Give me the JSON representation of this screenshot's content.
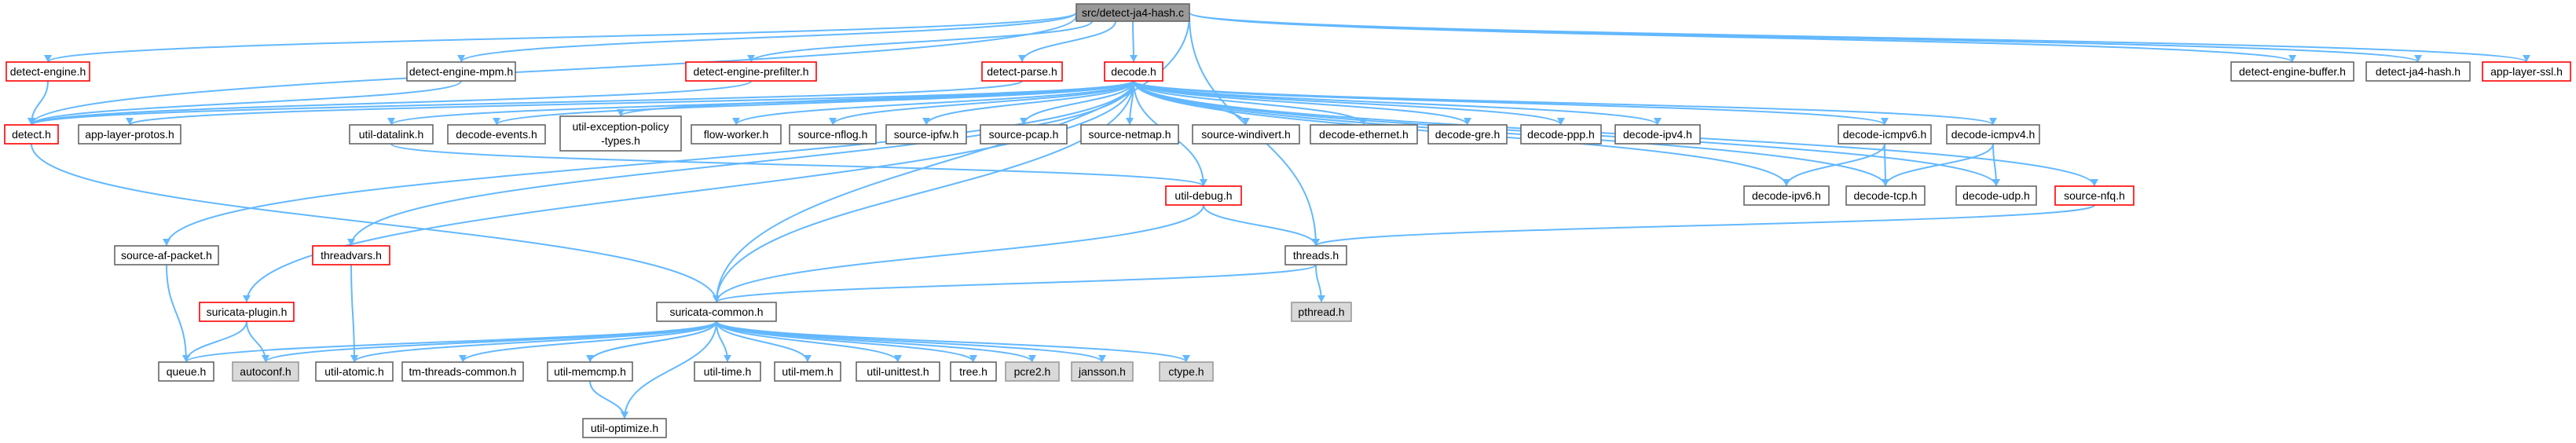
{
  "nodes": {
    "root": "src/detect-ja4-hash.c",
    "detect_engine_h": "detect-engine.h",
    "detect_engine_mpm_h": "detect-engine-mpm.h",
    "detect_engine_prefilter_h": "detect-engine-prefilter.h",
    "detect_parse_h": "detect-parse.h",
    "decode_h": "decode.h",
    "detect_engine_buffer_h": "detect-engine-buffer.h",
    "detect_ja4_hash_h": "detect-ja4-hash.h",
    "app_layer_ssl_h": "app-layer-ssl.h",
    "detect_h": "detect.h",
    "app_layer_protos_h": "app-layer-protos.h",
    "util_datalink_h": "util-datalink.h",
    "decode_events_h": "decode-events.h",
    "util_exception_policy_types_h_1": "util-exception-policy",
    "util_exception_policy_types_h_2": "-types.h",
    "flow_worker_h": "flow-worker.h",
    "source_nflog_h": "source-nflog.h",
    "source_ipfw_h": "source-ipfw.h",
    "source_pcap_h": "source-pcap.h",
    "source_netmap_h": "source-netmap.h",
    "source_windivert_h": "source-windivert.h",
    "decode_ethernet_h": "decode-ethernet.h",
    "decode_gre_h": "decode-gre.h",
    "decode_ppp_h": "decode-ppp.h",
    "decode_ipv4_h": "decode-ipv4.h",
    "decode_icmpv6_h": "decode-icmpv6.h",
    "decode_icmpv4_h": "decode-icmpv4.h",
    "decode_ipv6_h": "decode-ipv6.h",
    "decode_tcp_h": "decode-tcp.h",
    "decode_udp_h": "decode-udp.h",
    "source_nfq_h": "source-nfq.h",
    "util_debug_h": "util-debug.h",
    "threads_h": "threads.h",
    "pthread_h": "pthread.h",
    "source_af_packet_h": "source-af-packet.h",
    "threadvars_h": "threadvars.h",
    "suricata_plugin_h": "suricata-plugin.h",
    "suricata_common_h": "suricata-common.h",
    "queue_h": "queue.h",
    "autoconf_h": "autoconf.h",
    "util_atomic_h": "util-atomic.h",
    "tm_threads_common_h": "tm-threads-common.h",
    "util_memcmp_h": "util-memcmp.h",
    "util_time_h": "util-time.h",
    "util_mem_h": "util-mem.h",
    "util_unittest_h": "util-unittest.h",
    "tree_h": "tree.h",
    "pcre2_h": "pcre2.h",
    "jansson_h": "jansson.h",
    "ctype_h": "ctype.h",
    "util_optimize_h": "util-optimize.h"
  },
  "colors": {
    "edge": "#63b8ff",
    "regular_border": "#666666",
    "incomplete_border": "#ff0000",
    "system_fill": "#d9d9d9",
    "root_fill": "#999999"
  }
}
